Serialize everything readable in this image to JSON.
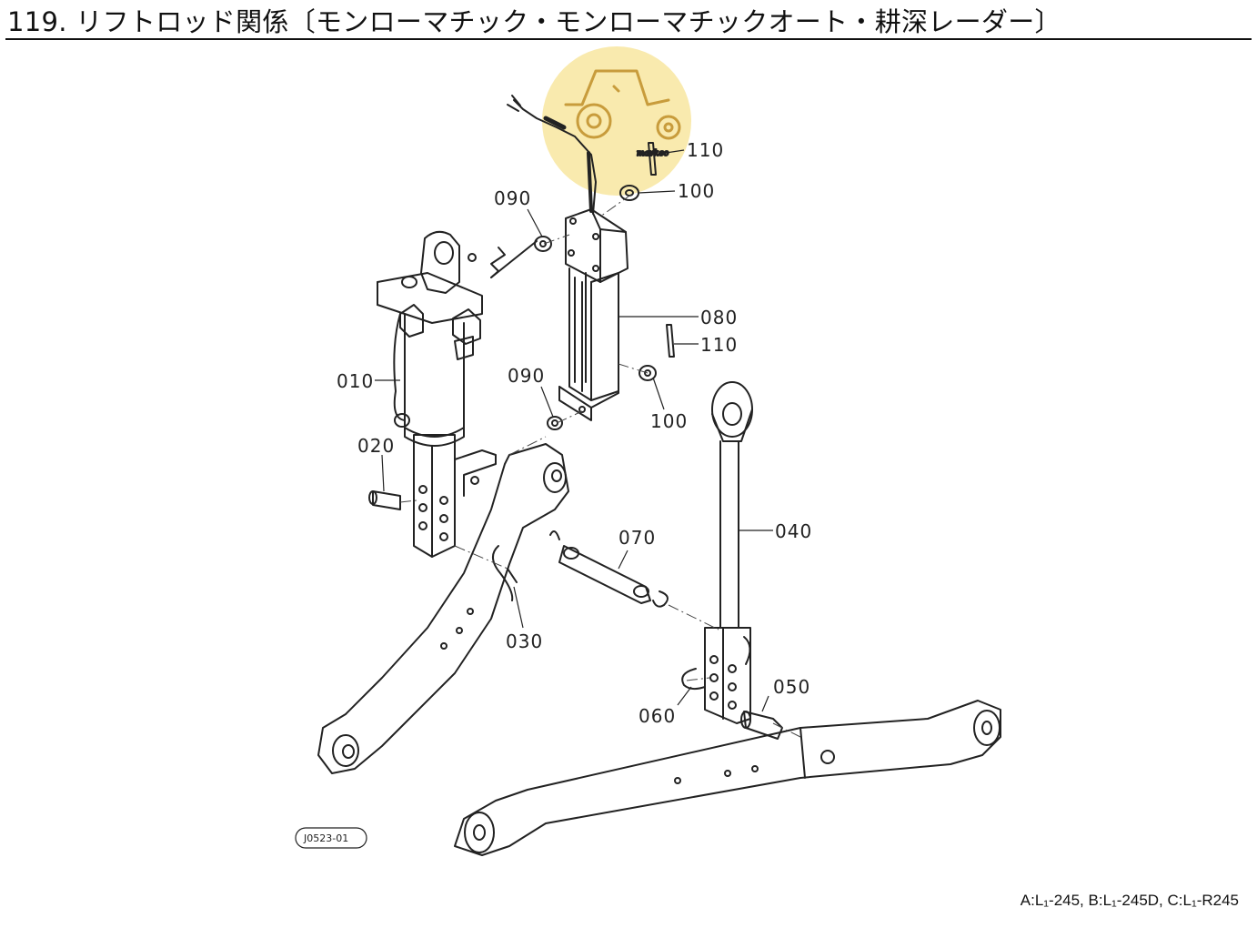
{
  "page": {
    "title": "119. リフトロッド関係〔モンローマチック・モンローマチックオート・耕深レーダー〕",
    "drawing_number": "J0523-01",
    "models_note": "A:L₁-245, B:L₁-245D, C:L₁-R245",
    "watermark_text": "mavkeo"
  },
  "callouts": [
    {
      "id": "c-110-top",
      "label": "110"
    },
    {
      "id": "c-100-top",
      "label": "100"
    },
    {
      "id": "c-090-top",
      "label": "090"
    },
    {
      "id": "c-080",
      "label": "080"
    },
    {
      "id": "c-110-mid",
      "label": "110"
    },
    {
      "id": "c-010",
      "label": "010"
    },
    {
      "id": "c-090-mid",
      "label": "090"
    },
    {
      "id": "c-100-mid",
      "label": "100"
    },
    {
      "id": "c-020",
      "label": "020"
    },
    {
      "id": "c-070",
      "label": "070"
    },
    {
      "id": "c-040",
      "label": "040"
    },
    {
      "id": "c-030",
      "label": "030"
    },
    {
      "id": "c-060",
      "label": "060"
    },
    {
      "id": "c-050",
      "label": "050"
    }
  ],
  "colors": {
    "line": "#222222",
    "watermark_circle": "#f8e6a0",
    "watermark_icon": "#c89c3c"
  }
}
